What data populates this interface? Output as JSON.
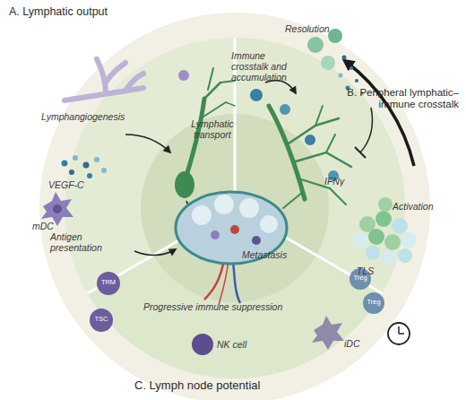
{
  "diagram": {
    "labels": [
      "A. Lymphatic output",
      "Lymphangiogenesis",
      "VEGF-C",
      "mDC",
      "Antigen presentation",
      "Lymphatic transport",
      "Resolution",
      "Immune crosstalk and accumulation",
      "IFNγ",
      "Activation",
      "TLS",
      "Metastasis",
      "TRM",
      "TSC",
      "Progressive immune suppression",
      "Treg",
      "Treg",
      "NK cell",
      "iDC",
      "B. Peripheral lymphatic–immune crosstalk",
      "C. Lymph node potential"
    ]
  }
}
